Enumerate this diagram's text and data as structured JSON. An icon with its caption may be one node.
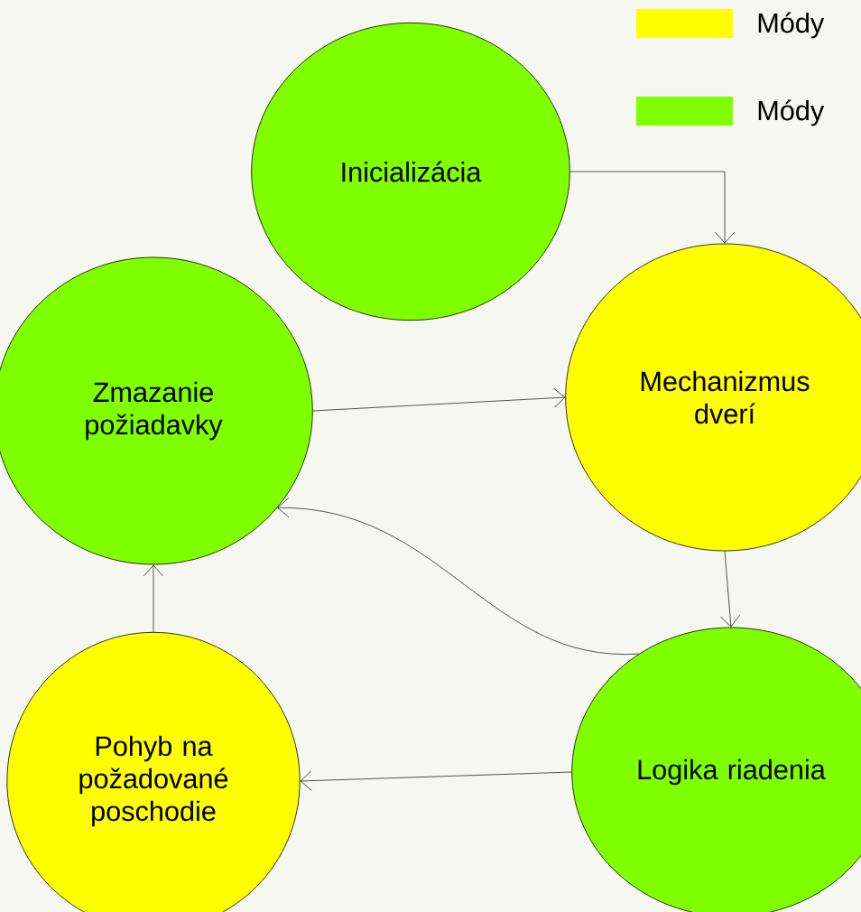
{
  "diagram": {
    "nodes": [
      {
        "text": [
          "Inicializácia"
        ]
      },
      {
        "text": [
          "Zmazanie požiadavky"
        ]
      },
      {
        "text": [
          "Mechanizmus dverí"
        ]
      },
      {
        "text": [
          "Pohyb na požadované poschodie"
        ]
      },
      {
        "text": [
          "Logika riadenia"
        ]
      }
    ],
    "edges": [
      {
        "from": 0,
        "to": 2,
        "arrow": "to"
      },
      {
        "from": 1,
        "to": 2,
        "arrow": "to"
      },
      {
        "from": 2,
        "to": 4,
        "arrow": "to"
      },
      {
        "from": 4,
        "to": 1,
        "arrow": "to"
      },
      {
        "from": 4,
        "to": 3,
        "arrow": "to"
      },
      {
        "from": 3,
        "to": 1,
        "arrow": "to"
      }
    ],
    "legend": [
      {
        "text": "Módy",
        "color": "#ffff00"
      },
      {
        "text": "Módy",
        "color": "#80ff00"
      }
    ]
  }
}
